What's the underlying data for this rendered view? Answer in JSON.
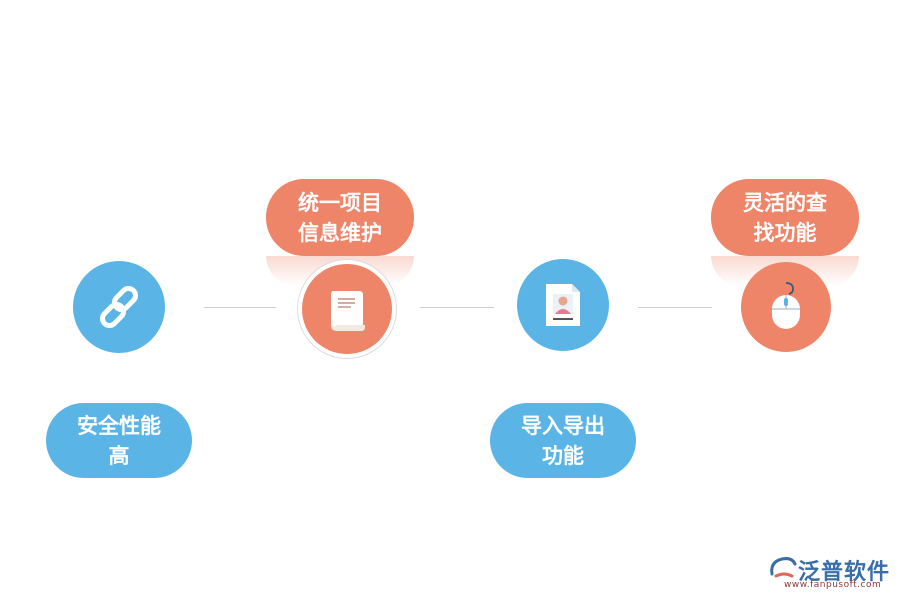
{
  "features": [
    {
      "label_lines": [
        "安全性能",
        "高"
      ],
      "icon": "chain-link-icon",
      "color": "#5ab4e5"
    },
    {
      "label_lines": [
        "统一项目",
        "信息维护"
      ],
      "icon": "document-scroll-icon",
      "color": "#ee8468"
    },
    {
      "label_lines": [
        "导入导出",
        "功能"
      ],
      "icon": "profile-card-icon",
      "color": "#5ab4e5"
    },
    {
      "label_lines": [
        "灵活的查",
        "找功能"
      ],
      "icon": "computer-mouse-icon",
      "color": "#ee8468"
    }
  ],
  "brand": {
    "name": "泛普软件",
    "url": "www.fanpusoft.com"
  }
}
